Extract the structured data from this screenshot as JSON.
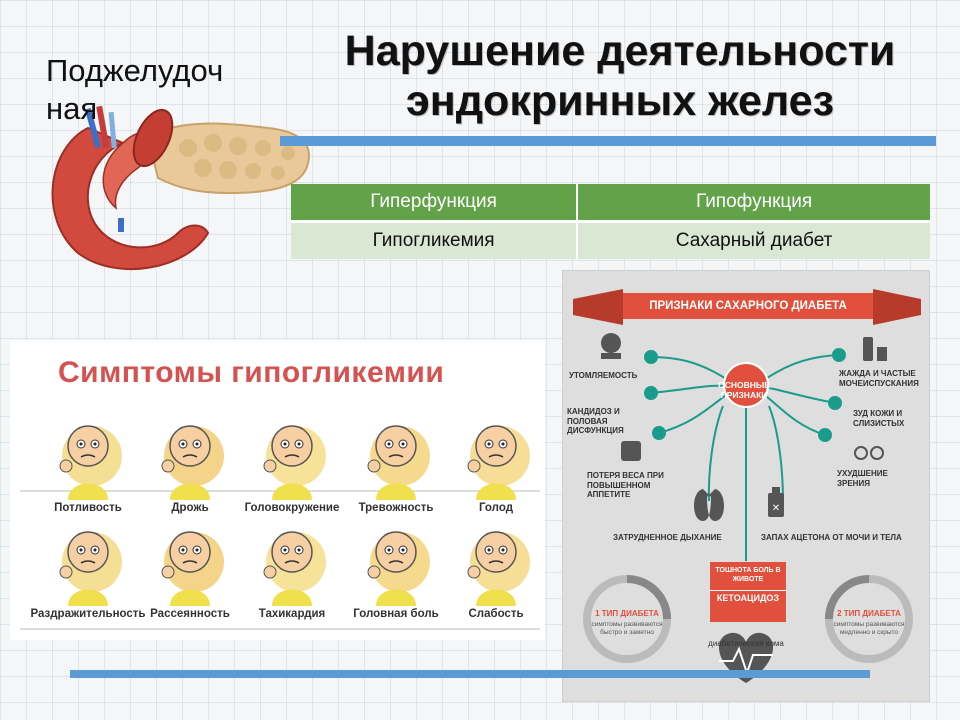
{
  "title": "Нарушение деятельности эндокринных желез",
  "organ_label": "Поджелудочная",
  "table": {
    "headers": [
      "Гиперфункция",
      "Гипофункция"
    ],
    "row": [
      "Гипогликемия",
      "Сахарный диабет"
    ]
  },
  "hypoglycemia": {
    "title": "Симптомы гипогликемии",
    "symptoms": [
      "Потливость",
      "Дрожь",
      "Головокружение",
      "Тревожность",
      "Голод",
      "Раздражительность",
      "Рассеянность",
      "Тахикардия",
      "Головная боль",
      "Слабость"
    ]
  },
  "diabetes": {
    "header": "ПРИЗНАКИ САХАРНОГО ДИАБЕТА",
    "center": "ОСНОВНЫЕ ПРИЗНАКИ",
    "left_signs": [
      "Утомляемость",
      "Кандидоз и половая дисфункция",
      "Потеря веса при повышенном аппетите"
    ],
    "right_signs": [
      "Жажда и частые мочеиспускания",
      "Зуд кожи и слизистых",
      "Ухудшение зрения"
    ],
    "breathing": "Затрудненное дыхание",
    "acetone": "Запах ацетона от мочи и тела",
    "keto_top": "тошнота боль в животе",
    "keto": "КЕТОАЦИДОЗ",
    "type1_title": "1 тип диабета",
    "type1_text": "симптомы развиваются быстро и заметно",
    "type2_title": "2 тип диабета",
    "type2_text": "симптомы развиваются медленно и скрыто",
    "coma": "диабетическая кома"
  },
  "colors": {
    "accent_blue": "#5b9bd5",
    "table_green": "#62a249",
    "red": "#e0503c",
    "teal": "#1a9c8c"
  }
}
